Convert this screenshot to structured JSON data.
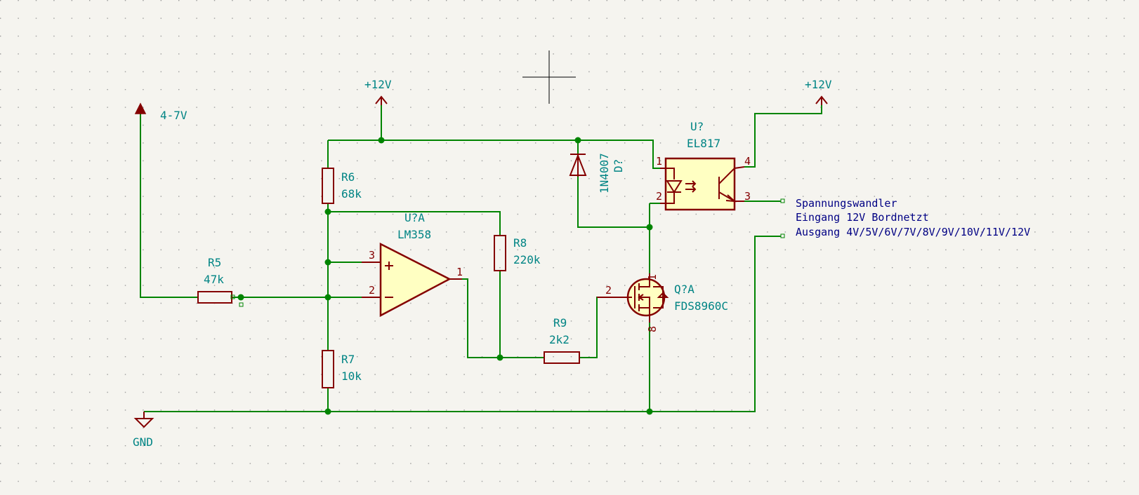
{
  "power": {
    "vcc_left": "+12V",
    "vcc_right": "+12V",
    "input": "4-7V",
    "gnd": "GND"
  },
  "parts": {
    "r5": {
      "ref": "R5",
      "value": "47k"
    },
    "r6": {
      "ref": "R6",
      "value": "68k"
    },
    "r7": {
      "ref": "R7",
      "value": "10k"
    },
    "r8": {
      "ref": "R8",
      "value": "220k"
    },
    "r9": {
      "ref": "R9",
      "value": "2k2"
    },
    "opamp": {
      "ref": "U?A",
      "value": "LM358",
      "pin_plus": "3",
      "pin_minus": "2",
      "pin_out": "1"
    },
    "diode": {
      "ref": "D?",
      "value": "1N4007"
    },
    "opto": {
      "ref": "U?",
      "value": "EL817",
      "pin1": "1",
      "pin2": "2",
      "pin3": "3",
      "pin4": "4"
    },
    "mosfet": {
      "ref": "Q?A",
      "value": "FDS8960C",
      "pin_gate": "2",
      "pin_drain": "1",
      "pin_source": "8"
    }
  },
  "notes": {
    "line1": "Spannungswandler",
    "line2": "Eingang 12V Bordnetzt",
    "line3": "Ausgang 4V/5V/6V/7V/8V/9V/10V/11V/12V"
  },
  "colors": {
    "background": "#f5f4ef",
    "wire": "#008400",
    "component": "#840000",
    "component_fill": "#ffffc2",
    "label": "#008484",
    "note": "#000084"
  }
}
